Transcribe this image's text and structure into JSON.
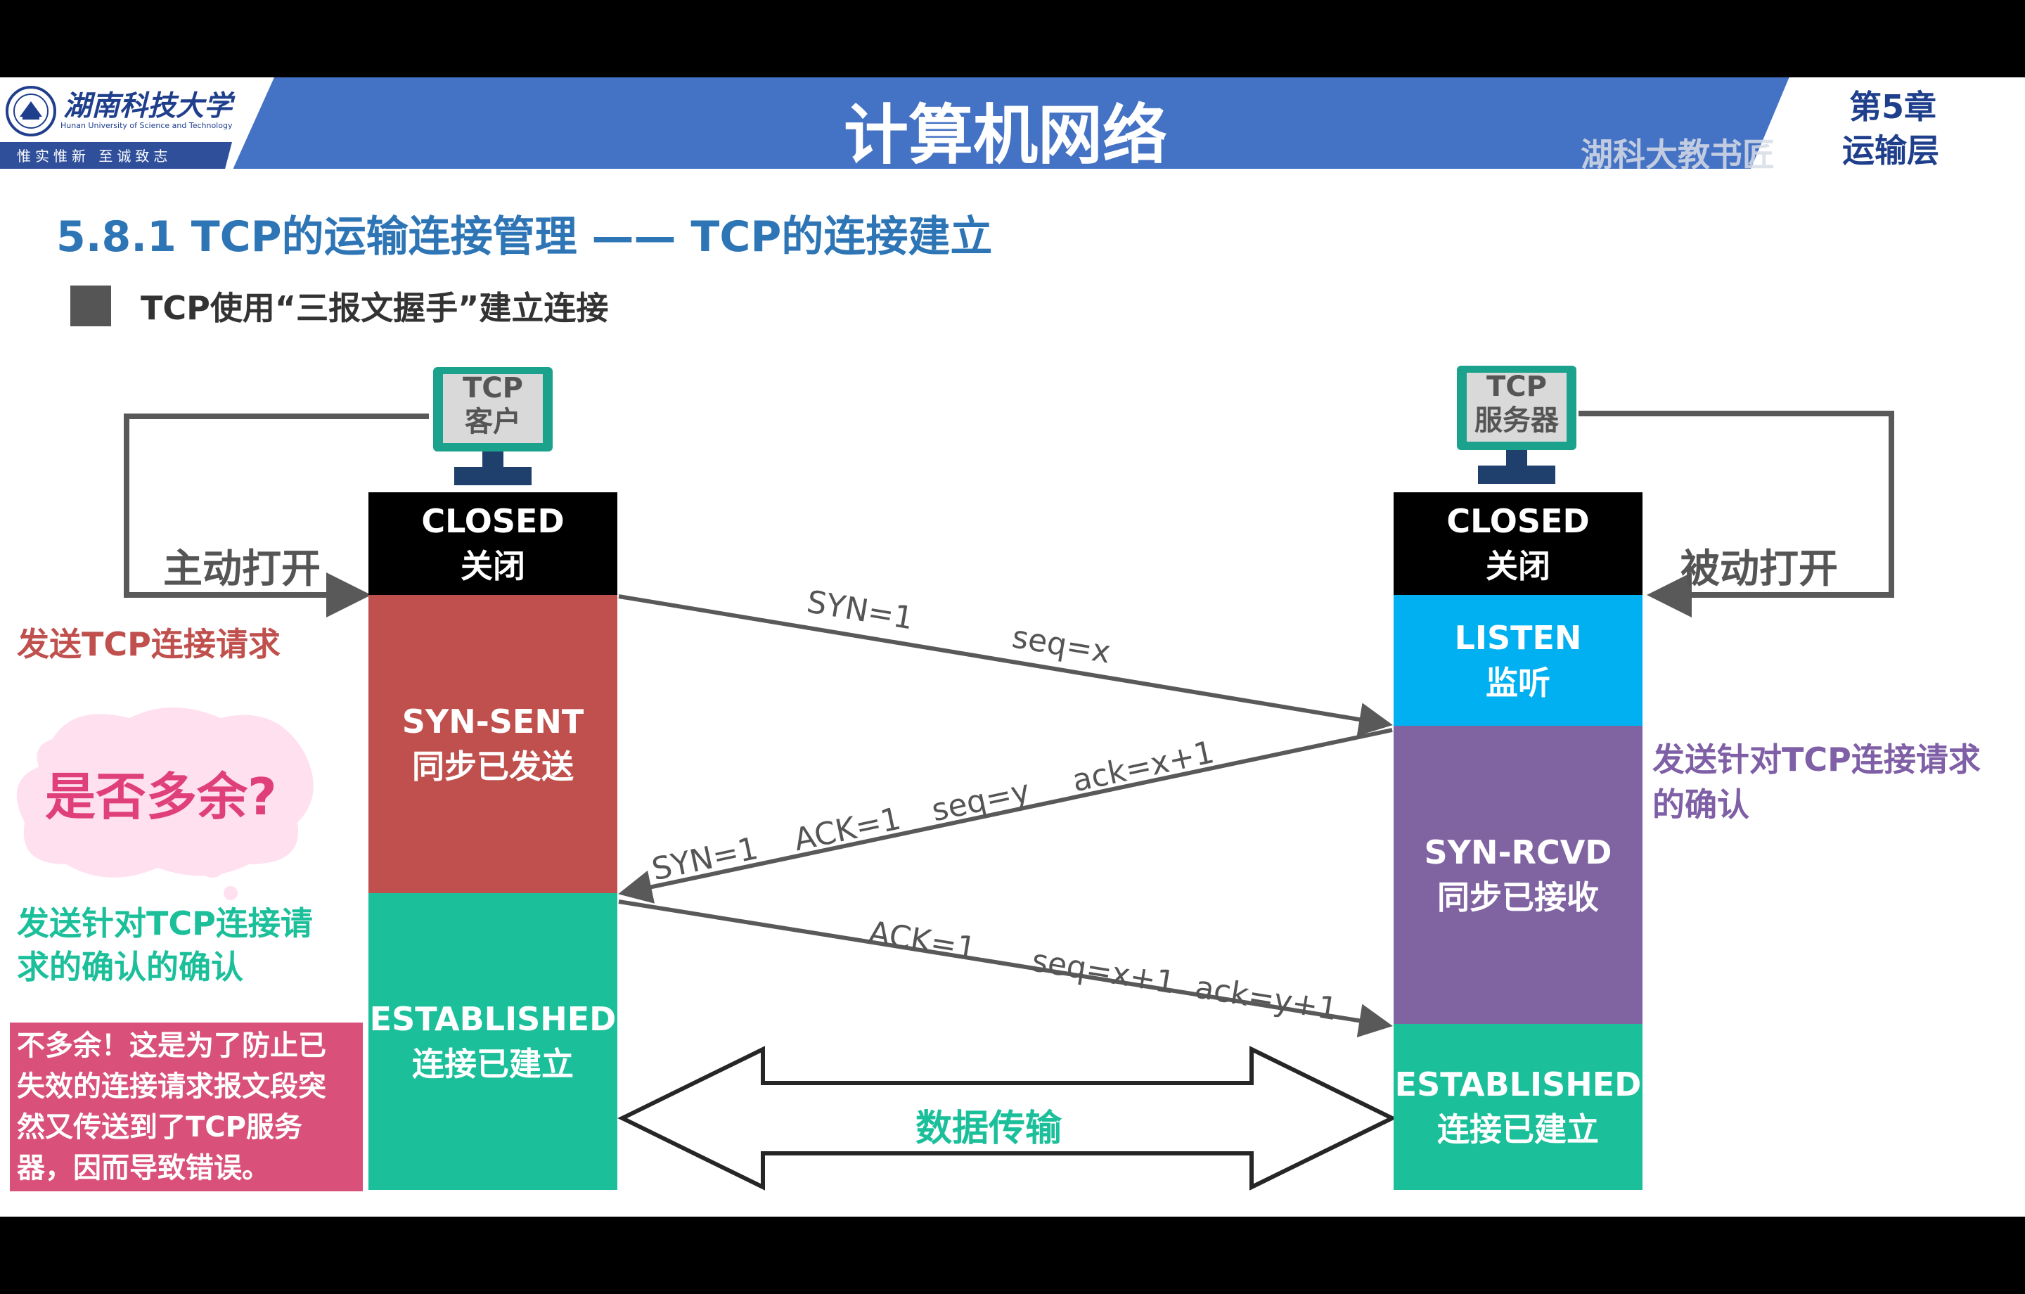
{
  "header": {
    "university_name": "湖南科技大学",
    "university_name_en": "Hunan University of Science and Technology",
    "motto": "惟实惟新  至诚致志",
    "course_title": "计算机网络",
    "chapter": "第5章",
    "chapter_topic": "运输层",
    "watermark": "湖科大教书匠"
  },
  "slide": {
    "section_title": "5.8.1 TCP的运输连接管理 —— TCP的连接建立",
    "bullet_text": "TCP使用“三报文握手”建立连接"
  },
  "client": {
    "computer_label": "TCP\n客户",
    "open_label": "主动打开",
    "states": {
      "closed": {
        "en": "CLOSED",
        "zh": "关闭"
      },
      "syn_sent": {
        "en": "SYN-SENT",
        "zh": "同步已发送"
      },
      "established": {
        "en": "ESTABLISHED",
        "zh": "连接已建立"
      }
    },
    "note_send_request": "发送TCP连接请求",
    "note_send_ack_ack": "发送针对TCP连接请\n求的确认的确认",
    "question_bubble": "是否多余?",
    "answer_box": "不多余！这是为了防止已\n失效的连接请求报文段突\n然又传送到了TCP服务\n器，因而导致错误。"
  },
  "server": {
    "computer_label": "TCP\n服务器",
    "open_label": "被动打开",
    "states": {
      "closed": {
        "en": "CLOSED",
        "zh": "关闭"
      },
      "listen": {
        "en": "LISTEN",
        "zh": "监听"
      },
      "syn_rcvd": {
        "en": "SYN-RCVD",
        "zh": "同步已接收"
      },
      "established": {
        "en": "ESTABLISHED",
        "zh": "连接已建立"
      }
    },
    "note_send_ack": "发送针对TCP连接请求\n的确认"
  },
  "messages": {
    "m1": {
      "a": "SYN=1",
      "b": "seq=x"
    },
    "m2": {
      "a": "SYN=1",
      "b": "ACK=1",
      "c": "seq=y",
      "d": "ack=x+1"
    },
    "m3": {
      "a": "ACK=1",
      "b": "seq=x+1",
      "c": "ack=y+1"
    }
  },
  "data_transfer_label": "数据传输",
  "colors": {
    "header_blue": "#4472c4",
    "title_blue": "#2e75b6",
    "closed": "#000000",
    "syn_sent": "#c0504d",
    "established": "#1bbf9a",
    "listen": "#00b0f0",
    "syn_rcvd": "#8064a2",
    "red_text": "#c0504d",
    "purple_text": "#7f5fa6",
    "teal_text": "#1bbf9a",
    "pink_box": "#d9507a",
    "monitor": "#1ba28c"
  }
}
